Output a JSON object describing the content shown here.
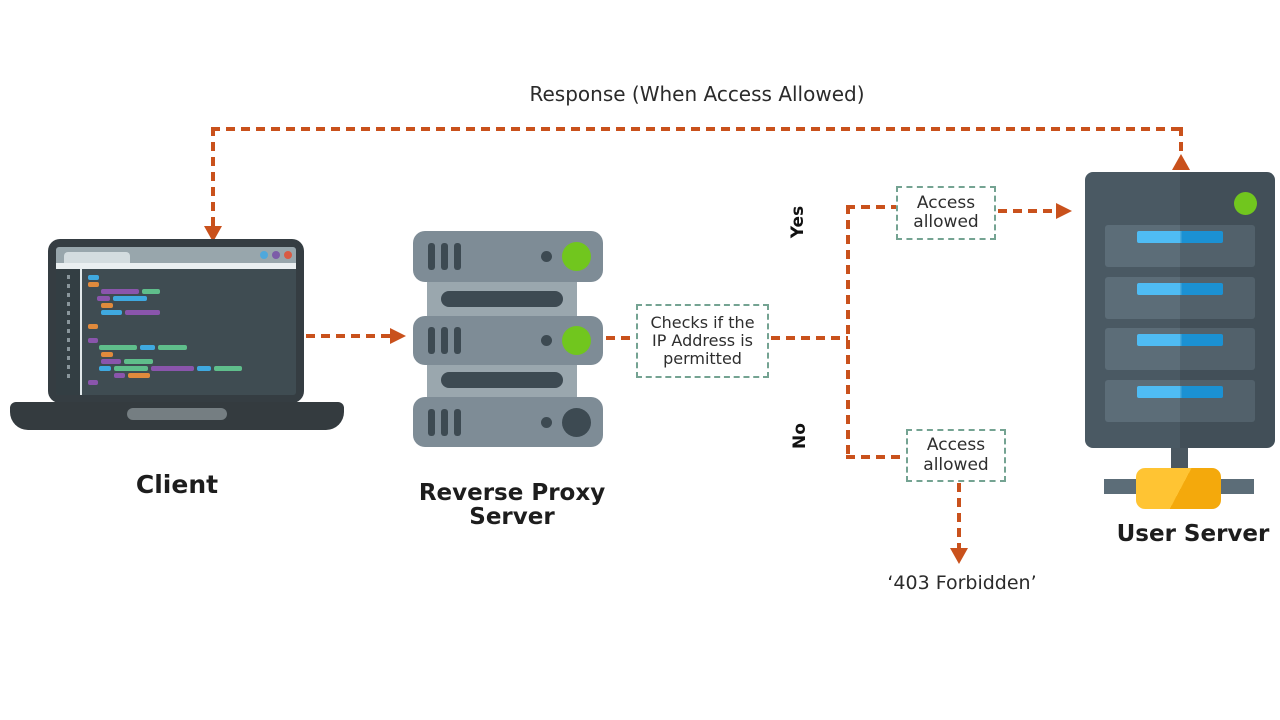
{
  "palette": {
    "arrow_orange": "#C9511C",
    "box_border_teal": "#74A392",
    "led_green": "#71C61E",
    "bay_blue": "#1FA2EB",
    "hub_yellow": "#F9B81C"
  },
  "flow": {
    "response_label": "Response (When Access Allowed)",
    "yes_label": "Yes",
    "no_label": "No",
    "check_box": {
      "line1": "Checks if the",
      "line2": "IP Address is",
      "line3": "permitted"
    },
    "access_box_top": {
      "line1": "Access",
      "line2": "allowed"
    },
    "access_box_bottom": {
      "line1": "Access",
      "line2": "allowed"
    },
    "forbidden_label": "‘403 Forbidden’"
  },
  "nodes": {
    "client": {
      "label": "Client"
    },
    "reverse_proxy": {
      "label_line1": "Reverse Proxy",
      "label_line2": "Server"
    },
    "user_server": {
      "label": "User Server"
    }
  },
  "client_screen": {
    "code_palette": {
      "b": "#3FA9E0",
      "o": "#E08A3C",
      "p": "#8A55AC",
      "g": "#5FBE8B"
    },
    "code_lines": [
      {
        "ind": 2,
        "seg": [
          [
            "b",
            11
          ]
        ]
      },
      {
        "ind": 2,
        "seg": [
          [
            "o",
            11
          ]
        ]
      },
      {
        "ind": 15,
        "seg": [
          [
            "p",
            38
          ],
          [
            "g",
            18
          ]
        ]
      },
      {
        "ind": 11,
        "seg": [
          [
            "p",
            13
          ],
          [
            "b",
            34
          ]
        ]
      },
      {
        "ind": 15,
        "seg": [
          [
            "o",
            12
          ]
        ]
      },
      {
        "ind": 15,
        "seg": [
          [
            "b",
            21
          ],
          [
            "p",
            35
          ]
        ]
      },
      {
        "ind": 2,
        "seg": []
      },
      {
        "ind": 2,
        "seg": [
          [
            "o",
            10
          ]
        ]
      },
      {
        "ind": 2,
        "seg": []
      },
      {
        "ind": 2,
        "seg": [
          [
            "p",
            10
          ]
        ]
      },
      {
        "ind": 13,
        "seg": [
          [
            "g",
            38
          ],
          [
            "b",
            15
          ],
          [
            "g",
            29
          ]
        ]
      },
      {
        "ind": 15,
        "seg": [
          [
            "o",
            12
          ]
        ]
      },
      {
        "ind": 15,
        "seg": [
          [
            "p",
            20
          ],
          [
            "g",
            29
          ]
        ]
      },
      {
        "ind": 13,
        "seg": [
          [
            "b",
            12
          ],
          [
            "g",
            34
          ],
          [
            "p",
            43
          ],
          [
            "b",
            14
          ],
          [
            "g",
            28
          ]
        ]
      },
      {
        "ind": 28,
        "seg": [
          [
            "p",
            11
          ],
          [
            "o",
            22
          ]
        ]
      },
      {
        "ind": 2,
        "seg": [
          [
            "p",
            10
          ]
        ]
      }
    ]
  }
}
